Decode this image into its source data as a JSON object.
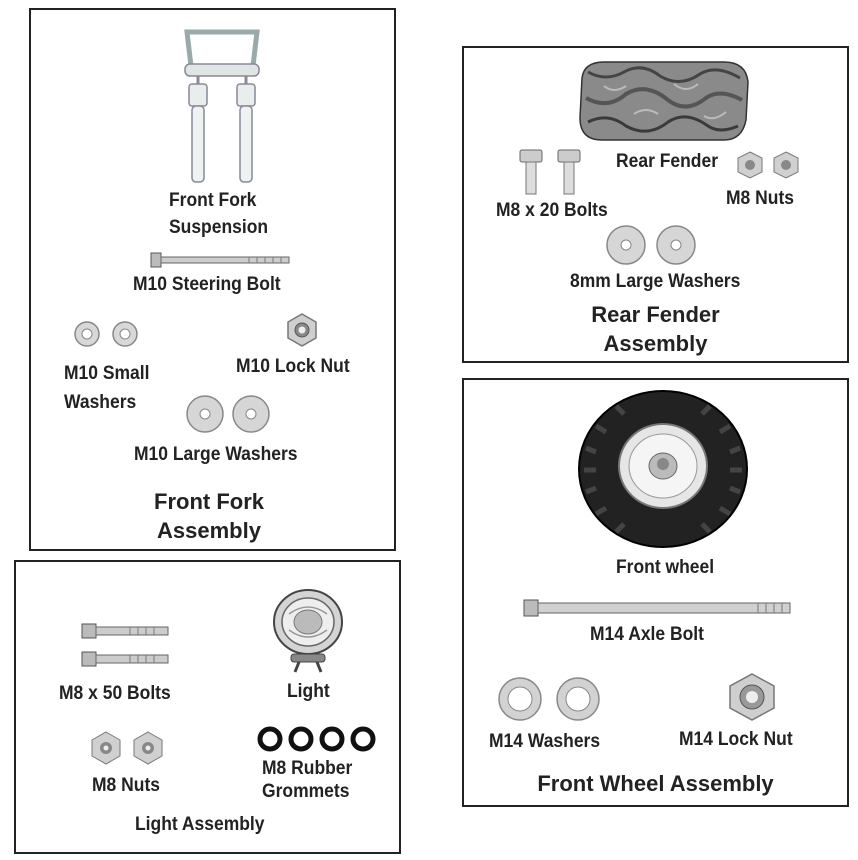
{
  "front_fork_assembly": {
    "title_line1": "Front Fork",
    "title_line2": "Assembly",
    "parts": {
      "fork_suspension_line1": "Front Fork",
      "fork_suspension_line2": "Suspension",
      "steering_bolt": "M10  Steering Bolt",
      "small_washers_line1": "M10 Small",
      "small_washers_line2": "Washers",
      "lock_nut": "M10 Lock Nut",
      "large_washers": "M10 Large Washers"
    }
  },
  "rear_fender_assembly": {
    "title_line1": "Rear Fender",
    "title_line2": "Assembly",
    "parts": {
      "rear_fender": "Rear Fender",
      "bolts": "M8 x 20 Bolts",
      "nuts": "M8  Nuts",
      "large_washers": "8mm Large Washers"
    }
  },
  "light_assembly": {
    "title": "Light Assembly",
    "parts": {
      "bolts": "M8 x 50 Bolts",
      "light": "Light",
      "nuts": "M8 Nuts",
      "grommets_line1": "M8 Rubber",
      "grommets_line2": "Grommets"
    }
  },
  "front_wheel_assembly": {
    "title": "Front Wheel Assembly",
    "parts": {
      "wheel": "Front wheel",
      "axle_bolt": "M14 Axle Bolt",
      "washers": "M14 Washers",
      "lock_nut": "M14 Lock Nut"
    }
  }
}
